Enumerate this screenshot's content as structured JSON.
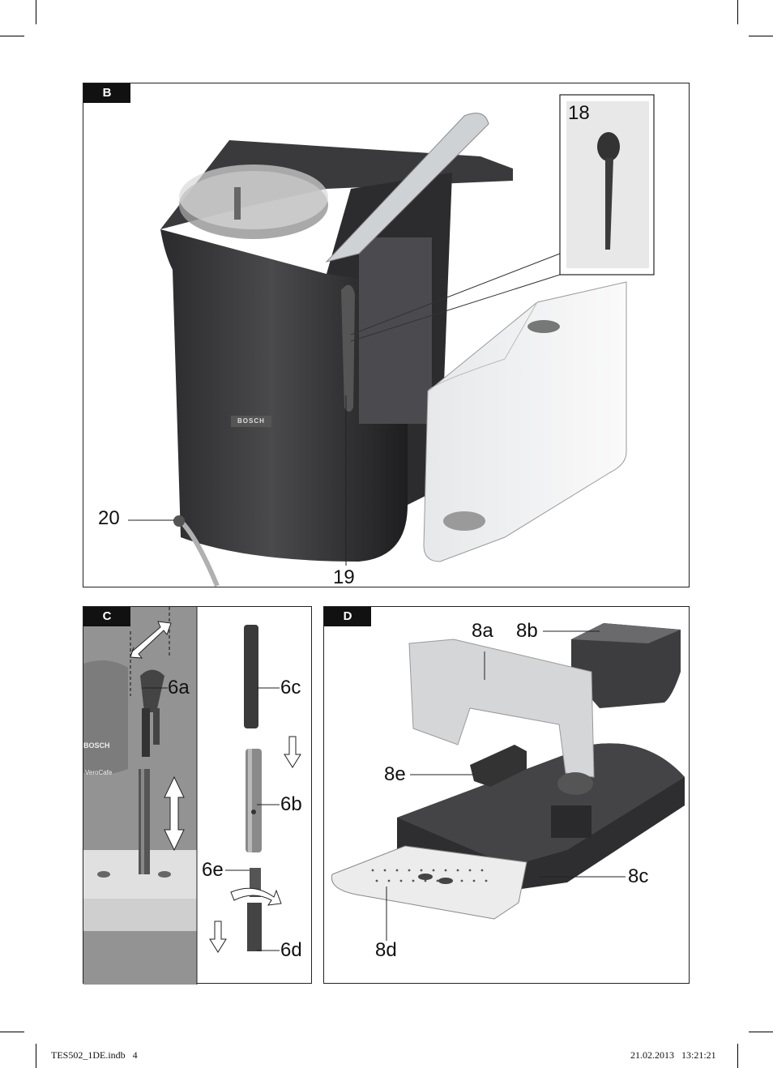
{
  "panels": {
    "b": {
      "tag": "B"
    },
    "c": {
      "tag": "C"
    },
    "d": {
      "tag": "D"
    }
  },
  "callouts": {
    "n18": "18",
    "n19": "19",
    "n20": "20",
    "n6a": "6a",
    "n6b": "6b",
    "n6c": "6c",
    "n6d": "6d",
    "n6e": "6e",
    "n8a": "8a",
    "n8b": "8b",
    "n8c": "8c",
    "n8d": "8d",
    "n8e": "8e"
  },
  "branding": {
    "brand": "BOSCH",
    "model": "VeroCafe"
  },
  "footer": {
    "file": "TES502_1DE.indb   4",
    "timestamp": "21.02.2013   13:21:21"
  }
}
